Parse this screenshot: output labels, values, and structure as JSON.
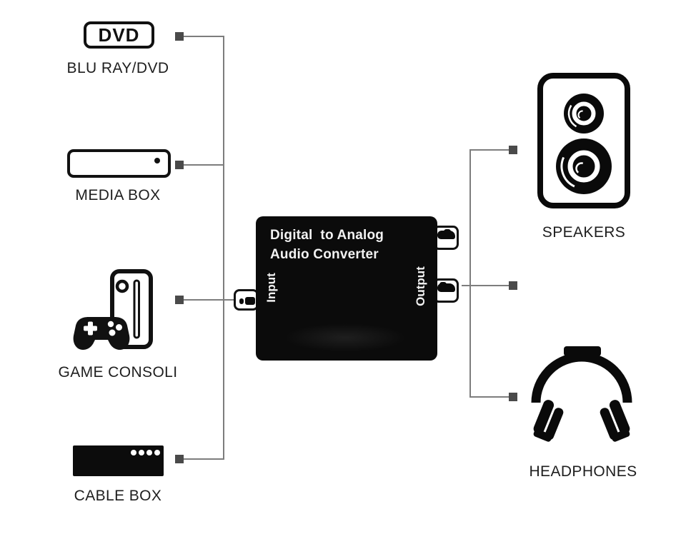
{
  "diagram": {
    "sources": [
      {
        "label": "BLU RAY/DVD",
        "badge": "DVD"
      },
      {
        "label": "MEDIA BOX"
      },
      {
        "label": "GAME CONSOLI"
      },
      {
        "label": "CABLE BOX"
      }
    ],
    "converter": {
      "title_line1": "Digital  to Analog",
      "title_line2": "Audio Converter",
      "input_label": "Input",
      "output_label": "Output"
    },
    "outputs": [
      {
        "label": "SPEAKERS"
      },
      {
        "label": "HEADPHONES"
      }
    ],
    "colors": {
      "wire": "#7d7d7d",
      "connector_node": "#4a4a4a",
      "device_ink": "#111111",
      "converter_body": "#0b0b0b",
      "label_text": "#1e1e1e"
    }
  }
}
